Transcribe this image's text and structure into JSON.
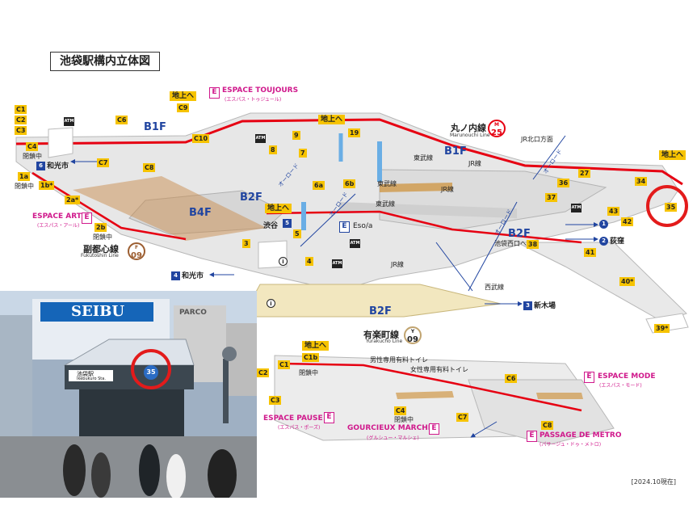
{
  "title": "池袋駅構内立体図",
  "date_note": "[2024.10現在]",
  "floors": {
    "b1f_left": "B1F",
    "b2f_left": "B2F",
    "b4f": "B4F",
    "b1f_center": "B1F",
    "b2f_right": "B2F",
    "b2f_bottom": "B2F"
  },
  "exits": {
    "c1": "C1",
    "c2": "C2",
    "c3": "C3",
    "c4": "C4",
    "c6": "C6",
    "c7": "C7",
    "c8": "C8",
    "c9": "C9",
    "c10": "C10",
    "e1a": "1a",
    "e1b": "1b*",
    "e2a": "2a*",
    "e2b": "2b",
    "e3": "3",
    "e4": "4",
    "e5": "5",
    "e6a": "6a",
    "e6b": "6b",
    "e7": "7",
    "e8": "8",
    "e9": "9",
    "e19": "19",
    "e27": "27",
    "e34": "34",
    "e35": "35",
    "e36": "36",
    "e37": "37",
    "e38": "38",
    "e39": "39*",
    "e40": "40*",
    "e41": "41",
    "e42": "42",
    "e43": "43",
    "y_c1": "C1",
    "y_c1b": "C1b",
    "y_c2": "C2",
    "y_c3": "C3",
    "y_c4": "C4",
    "y_c6": "C6",
    "y_c7": "C7",
    "y_c8": "C8"
  },
  "labels": {
    "closed1": "閉鎖中",
    "closed2": "閉鎖中",
    "closed3": "閉鎖中",
    "closed4": "閉鎖中",
    "closed5": "閉鎖中",
    "up_c9": "地上へ",
    "up_19": "地上へ",
    "up_5": "地上へ",
    "up_34": "地上へ",
    "up_yura": "地上へ",
    "espace_toujours": "ESPACE TOUJOURS",
    "espace_toujours_kana": "(エスパス・トゥジュール)",
    "espace_art": "ESPACE ART",
    "espace_art_kana": "(エスパス・アール)",
    "espace_pause": "ESPACE PAUSE",
    "espace_pause_kana": "(エスパス・ポーズ)",
    "gourcieux": "GOURCIEUX MARCHÉ",
    "gourcieux_kana": "(グルシュー・マルシェ)",
    "espace_mode": "ESPACE MODE",
    "espace_mode_kana": "(エスパス・モード)",
    "passage": "PASSAGE DE METRO",
    "passage_kana": "(パサージュ・ドゥ・メトロ)",
    "e_mark": "E",
    "tobu1": "東武線",
    "tobu2": "東武線",
    "tobu3": "東武線",
    "jr1": "JR線",
    "jr2": "JR線",
    "jr3": "JR線",
    "seibu": "西武線",
    "jr_north": "JR北口方面",
    "ikebukuro_west": "池袋西口へ",
    "shibuya": "渋谷",
    "esola": "Eso/a",
    "eso_e": "E",
    "men_toilet": "男性専用有料トイレ",
    "women_toilet": "女性専用有料トイレ",
    "arrow1": "オーロード",
    "arrow2": "オーロード",
    "arrow3": "オーロード",
    "arrow4": "オーロード"
  },
  "lines": {
    "marunouchi": {
      "name": "丸ノ内線",
      "sub": "Marunouchi Line",
      "k": "M",
      "n": "25",
      "color": "#e60012"
    },
    "fukutoshin": {
      "name": "副都心線",
      "sub": "Fukutoshin Line",
      "k": "F",
      "n": "09",
      "color": "#9c5e31"
    },
    "yurakucho": {
      "name": "有楽町線",
      "sub": "Yurakucho Line",
      "k": "Y",
      "n": "09",
      "color": "#c1a470"
    }
  },
  "destinations": {
    "wakoshi_top_num": "6",
    "wakoshi_top": "和光市",
    "wakoshi_bottom_num": "4",
    "wakoshi_bottom": "和光市",
    "ogikubo_num": "2",
    "ogikubo": "荻窪",
    "shibuya_num": "5",
    "shinkiba_num": "3",
    "shinkiba": "新木場",
    "marunouchi_num": "1"
  },
  "photo": {
    "seibu_sign": "SEIBU",
    "parco_sign": "PARCO",
    "entrance_name": "池袋駅",
    "entrance_en": "Ikebukuro Sta.",
    "exit_no": "35"
  },
  "icons": {
    "atm": "ATM",
    "info": "i",
    "elevator": "E"
  },
  "colors": {
    "exit_yellow": "#f6c300",
    "floor_blue": "#2145a0",
    "espace_magenta": "#d0198c",
    "marunouchi_red": "#e60012",
    "fukutoshin_brown": "#9c5e31",
    "yurakucho_gold": "#c1a470",
    "highlight_red": "#e31b1b"
  }
}
